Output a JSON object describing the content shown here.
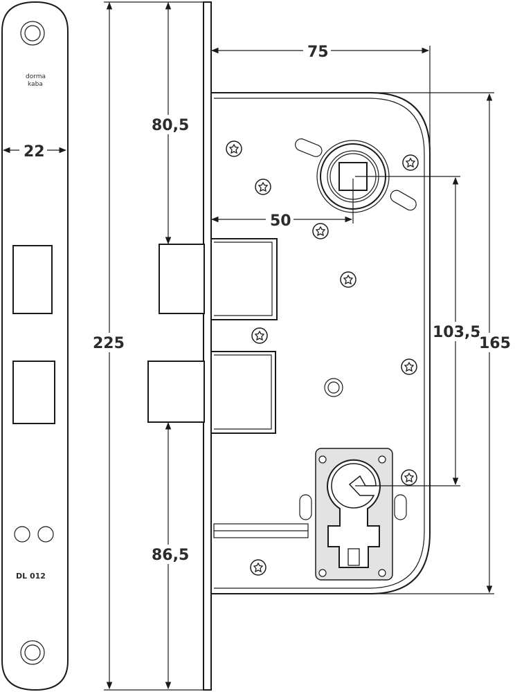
{
  "faceplate": {
    "brand_line1": "dorma",
    "brand_line2": "kaba",
    "model": "DL 012"
  },
  "dimensions": {
    "faceplate_width": "22",
    "total_height": "225",
    "top_to_bolt": "80,5",
    "bolt_to_bottom": "86,5",
    "backset": "75",
    "follower_offset": "50",
    "center_distance": "103,5",
    "case_height": "165"
  },
  "colors": {
    "line": "#1a1a1a",
    "cylinder_plate": "#e3e3e3"
  }
}
